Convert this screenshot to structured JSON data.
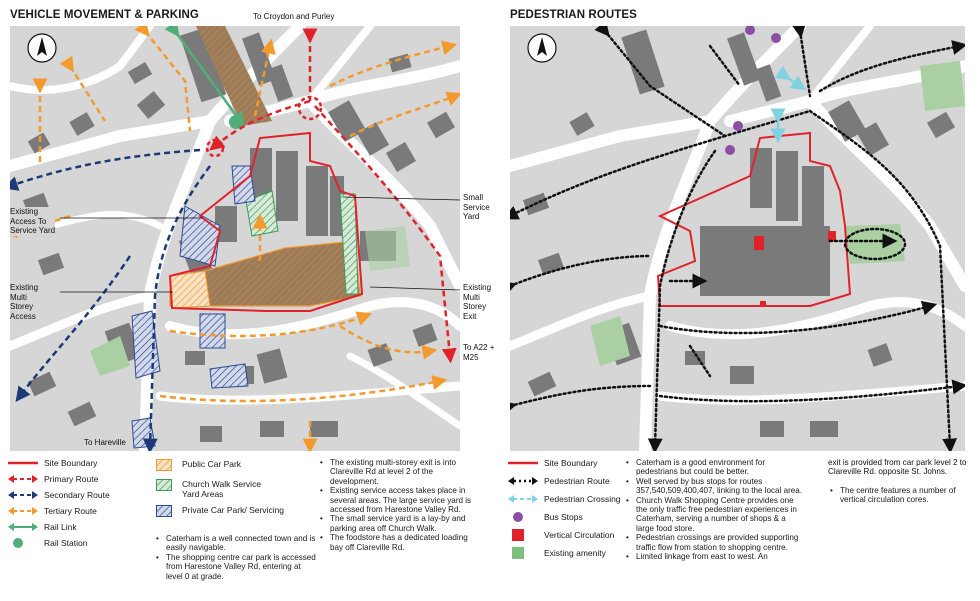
{
  "left": {
    "title": "VEHICLE MOVEMENT & PARKING",
    "labels": {
      "top": "To Croydon and Purley",
      "access_service_yard": "Existing\nAccess To\nService Yard",
      "multi_storey_access": "Existing\nMulti\nStorey\nAccess",
      "small_service_yard": "Small\nService\nYard",
      "multi_storey_exit": "Existing\nMulti\nStorey\nExit",
      "a22": "To A22 +\nM25",
      "hareville": "To Hareville"
    },
    "legend_col1": [
      {
        "label": "Site Boundary",
        "symbol": "site-line"
      },
      {
        "label": "Primary Route",
        "symbol": "arrow",
        "color": "#e0222b"
      },
      {
        "label": "Secondary Route",
        "symbol": "arrow",
        "color": "#1d3a78"
      },
      {
        "label": "Tertiary Route",
        "symbol": "arrow",
        "color": "#f29a2e"
      },
      {
        "label": "Rail Link",
        "symbol": "rail",
        "color": "#4fae7a"
      },
      {
        "label": "Rail Station",
        "symbol": "dot",
        "color": "#4fae7a"
      }
    ],
    "legend_col2": [
      {
        "label": "Public Car Park",
        "color": "#f29a2e"
      },
      {
        "label": "Church Walk Service\nYard Areas",
        "color": "#3d9a55"
      },
      {
        "label": "Private Car Park/ Servicing",
        "color": "#2d4a94"
      }
    ],
    "notes_col2": [
      "Caterham is a well connected town and is easily navigable.",
      "The shopping centre car park is accessed from Harestone Valley Rd, entering at level 0 at grade."
    ],
    "notes_col3": [
      "The existing multi-storey exit is into Clareville Rd at level 2 of the development.",
      "Existing service access takes place in several areas. The large service yard is accessed from Harestone Valley Rd.",
      "The small service yard is a lay-by and parking area off Church Walk.",
      "The foodstore has a dedicated loading bay off Clareville Rd."
    ]
  },
  "right": {
    "title": "PEDESTRIAN ROUTES",
    "legend_col1": [
      {
        "label": "Site Boundary",
        "symbol": "site-line"
      },
      {
        "label": "Pedestrian Route",
        "symbol": "dotted-arrow",
        "color": "#111111"
      },
      {
        "label": "Pedestrian Crossing",
        "symbol": "arrow",
        "color": "#7fd3e0"
      },
      {
        "label": "Bus Stops",
        "symbol": "dot",
        "color": "#8b4ea3"
      },
      {
        "label": "Vertical Circulation",
        "symbol": "square",
        "color": "#e0222b"
      },
      {
        "label": "Existing amenity",
        "symbol": "square",
        "color": "#7dbf7d"
      }
    ],
    "notes_col2": [
      "Caterham is a good environment for pedestrians but could be better.",
      "Well served by bus stops for routes 357,540,509,400,407, linking to the local area.",
      "Church Walk Shopping Centre provides one the only traffic free pedestrian experiences in Caterham, serving a number of shops & a large food store.",
      "Pedestrian crossings are provided supporting traffic flow from station to shopping centre.",
      "Limited linkage from east to west. An"
    ],
    "notes_col3_cont": "exit is provided from car park level 2 to Clareville Rd. opposite St. Johns.",
    "notes_col3": [
      "The centre features a number of vertical circulation cores."
    ]
  },
  "colors": {
    "site_boundary": "#e0222b",
    "primary": "#e0222b",
    "secondary": "#1d3a78",
    "tertiary": "#f29a2e",
    "rail": "#4fae7a",
    "bus": "#8b4ea3",
    "crossing": "#7fd3e0",
    "amenity": "#7dbf7d",
    "road": "#ffffff",
    "ground": "#d6d6d6",
    "building": "#7a7a7a"
  }
}
